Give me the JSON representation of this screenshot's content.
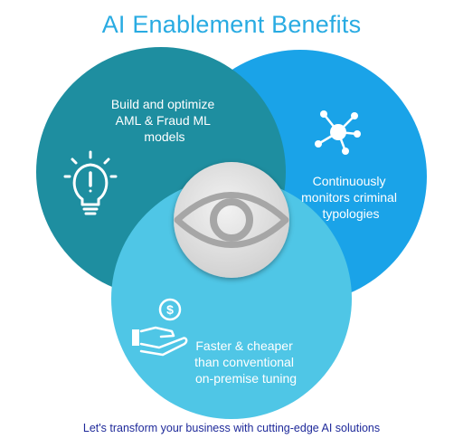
{
  "title": "AI Enablement Benefits",
  "benefits": [
    {
      "icon": "lightbulb-icon",
      "lines": [
        "Build and optimize",
        "AML & Fraud ML",
        "models"
      ]
    },
    {
      "icon": "network-nodes-icon",
      "lines": [
        "Continuously",
        "monitors criminal",
        "typologies"
      ]
    },
    {
      "icon": "hand-dollar-icon",
      "lines": [
        "Faster & cheaper",
        "than conventional",
        "on-premise tuning"
      ]
    }
  ],
  "center_icon": "eye-icon",
  "tagline": "Let's transform your business with cutting-edge AI solutions",
  "colors": {
    "title": "#29abe2",
    "circle_left": "#1e8ea0",
    "circle_right": "#1aa3e8",
    "circle_bottom": "#4fc6e6",
    "center_disc": "#d9d9d9",
    "tagline": "#1f2a9a"
  }
}
